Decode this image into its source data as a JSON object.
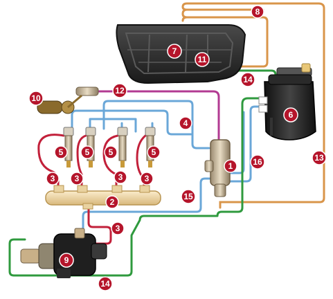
{
  "colors": {
    "badge_fill": "#b5152b",
    "badge_stroke": "#ffffff",
    "pipe_blue": "#6aa7d8",
    "pipe_red": "#c2203a",
    "pipe_green": "#2f9a3e",
    "pipe_orange": "#d9954a",
    "pipe_magenta": "#b23a92",
    "tank_dark": "#2c2c2c",
    "filter_dark": "#1f1f1f",
    "rail_cream": "#f0d9a6"
  },
  "badges": [
    {
      "id": "b1",
      "label": "1"
    },
    {
      "id": "b2",
      "label": "2"
    },
    {
      "id": "b3a",
      "label": "3"
    },
    {
      "id": "b3b",
      "label": "3"
    },
    {
      "id": "b3c",
      "label": "3"
    },
    {
      "id": "b3d",
      "label": "3"
    },
    {
      "id": "b3e",
      "label": "3"
    },
    {
      "id": "b4",
      "label": "4"
    },
    {
      "id": "b5a",
      "label": "5"
    },
    {
      "id": "b5b",
      "label": "5"
    },
    {
      "id": "b5c",
      "label": "5"
    },
    {
      "id": "b5d",
      "label": "5"
    },
    {
      "id": "b6",
      "label": "6"
    },
    {
      "id": "b7",
      "label": "7"
    },
    {
      "id": "b8",
      "label": "8"
    },
    {
      "id": "b9",
      "label": "9"
    },
    {
      "id": "b10",
      "label": "10"
    },
    {
      "id": "b11",
      "label": "11"
    },
    {
      "id": "b12",
      "label": "12"
    },
    {
      "id": "b13",
      "label": "13"
    },
    {
      "id": "b14a",
      "label": "14"
    },
    {
      "id": "b14b",
      "label": "14"
    },
    {
      "id": "b15",
      "label": "15"
    },
    {
      "id": "b16",
      "label": "16"
    }
  ]
}
